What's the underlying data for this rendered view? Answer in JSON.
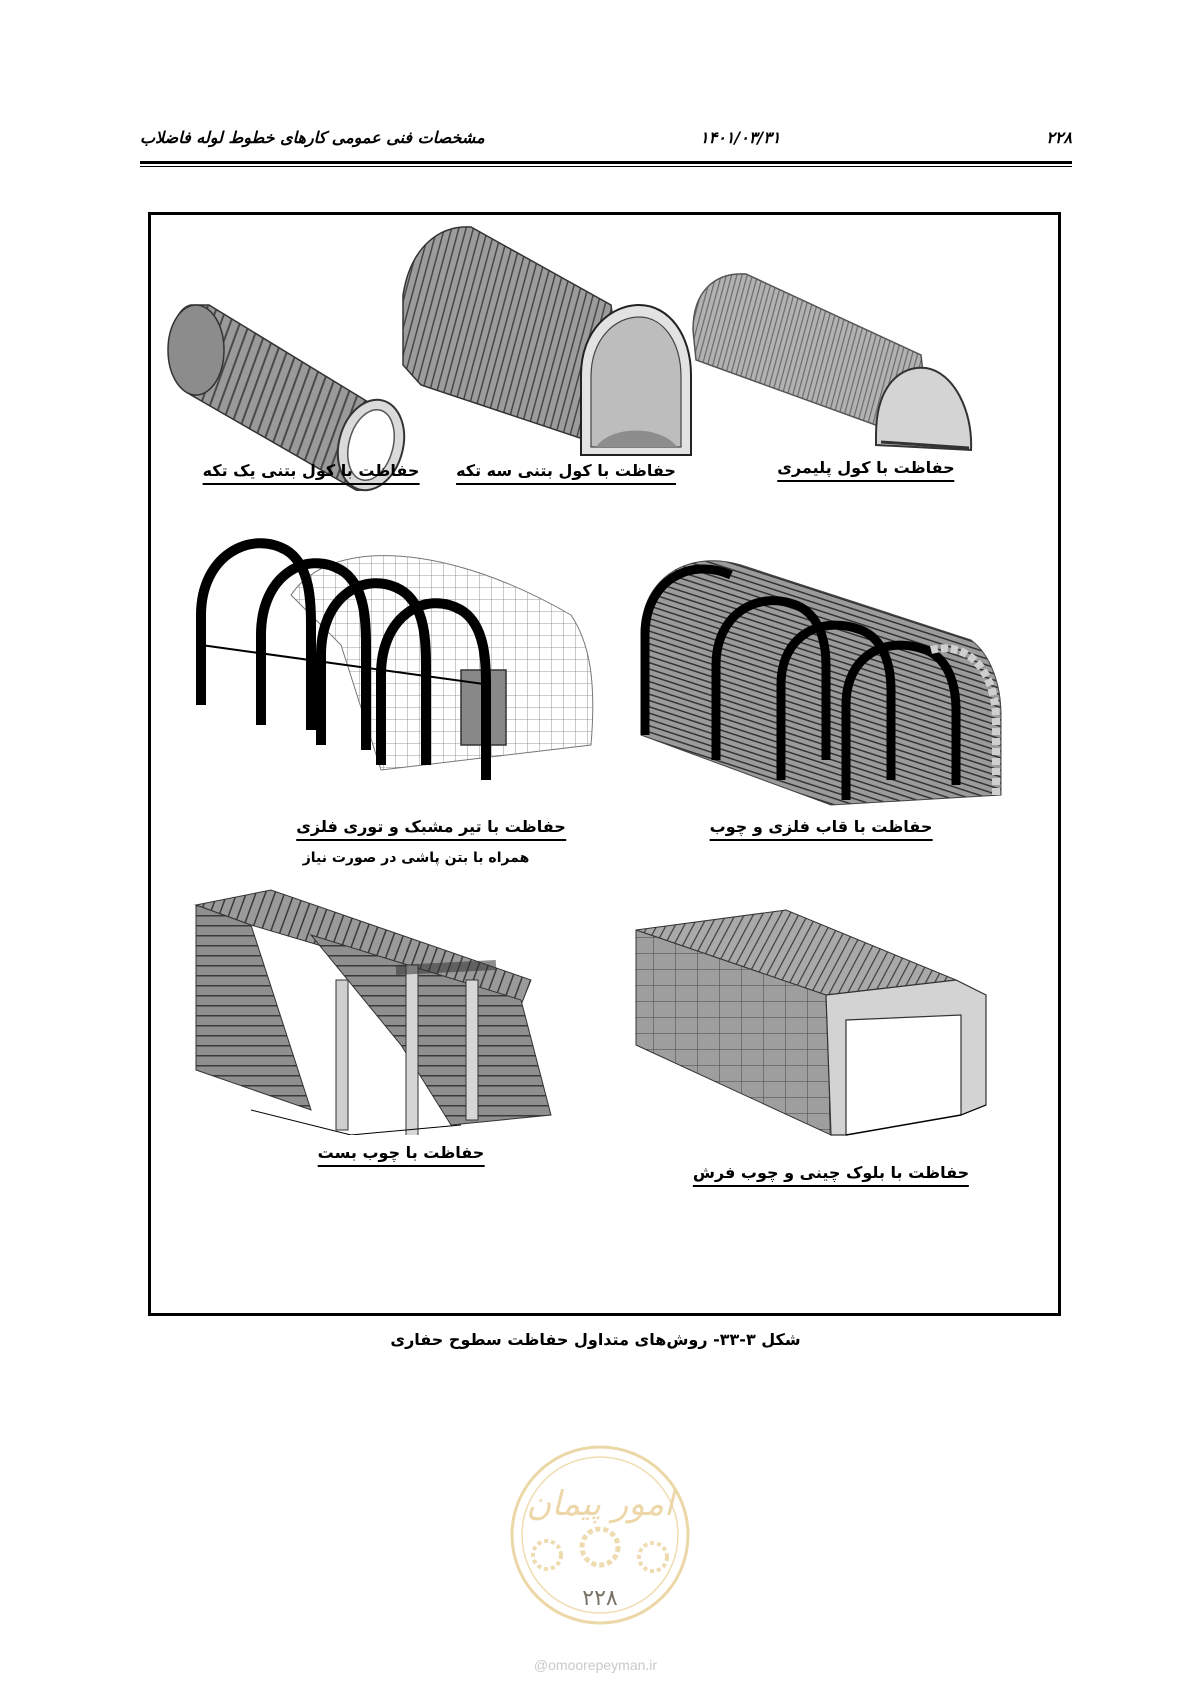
{
  "header": {
    "page_number": "۲۲۸",
    "date": "۱۴۰۱/۰۳/۳۱",
    "title": "مشخصات فنی عمومی کارهای خطوط لوله فاضلاب"
  },
  "figure": {
    "panels": [
      {
        "caption": "حفاظت با کول بتنی یک تکه",
        "icon": "precast-concrete-pipe-icon"
      },
      {
        "caption": "حفاظت با کول بتنی سه تکه",
        "icon": "three-piece-concrete-tunnel-icon"
      },
      {
        "caption": "حفاظت با کول پلیمری",
        "icon": "polymer-culvert-icon"
      },
      {
        "caption": "حفاظت با تیر مشبک و توری فلزی",
        "subcaption": "همراه با بتن پاشی در صورت نیاز",
        "icon": "lattice-girder-mesh-icon"
      },
      {
        "caption": "حفاظت با قاب فلزی و چوب",
        "icon": "steel-arch-timber-lagging-icon"
      },
      {
        "caption": "حفاظت با چوب بست",
        "icon": "timber-set-icon"
      },
      {
        "caption": "حفاظت با بلوک چینی و چوب فرش",
        "icon": "block-masonry-tunnel-icon"
      }
    ],
    "caption": "شکل ۳-۳۳- روش‌های متداول حفاظت سطوح حفاری"
  },
  "footer": {
    "seal_text": "امور پیمان",
    "seal_page_number": "۲۲۸",
    "watermark": "@omoorepeyman.ir"
  }
}
